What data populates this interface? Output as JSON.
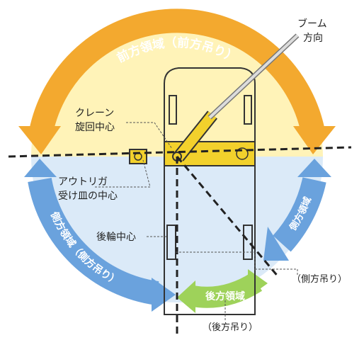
{
  "colors": {
    "front_zone_fill": "#fff3b8",
    "side_zone_fill": "#dbeaf8",
    "front_arrow": "#f3a92f",
    "side_arrow": "#6aa2dd",
    "rear_arrow": "#9ed25a",
    "crane_yellow": "#f2d12c",
    "outline": "#333333"
  },
  "labels": {
    "front_zone": "前方領域（前方吊り）",
    "left_side_zone": "側方領域（側方吊り）",
    "right_side_zone": "側方領域",
    "right_side_note": "（側方吊り）",
    "rear_zone": "後方領域",
    "rear_note": "（後方吊り）",
    "boom_direction_line1": "ブーム",
    "boom_direction_line2": "方向",
    "crane_center_line1": "クレーン",
    "crane_center_line2": "旋回中心",
    "outrigger_center_line1": "アウトリガ",
    "outrigger_center_line2": "受け皿の中心",
    "rear_wheel_center": "後輪中心"
  }
}
